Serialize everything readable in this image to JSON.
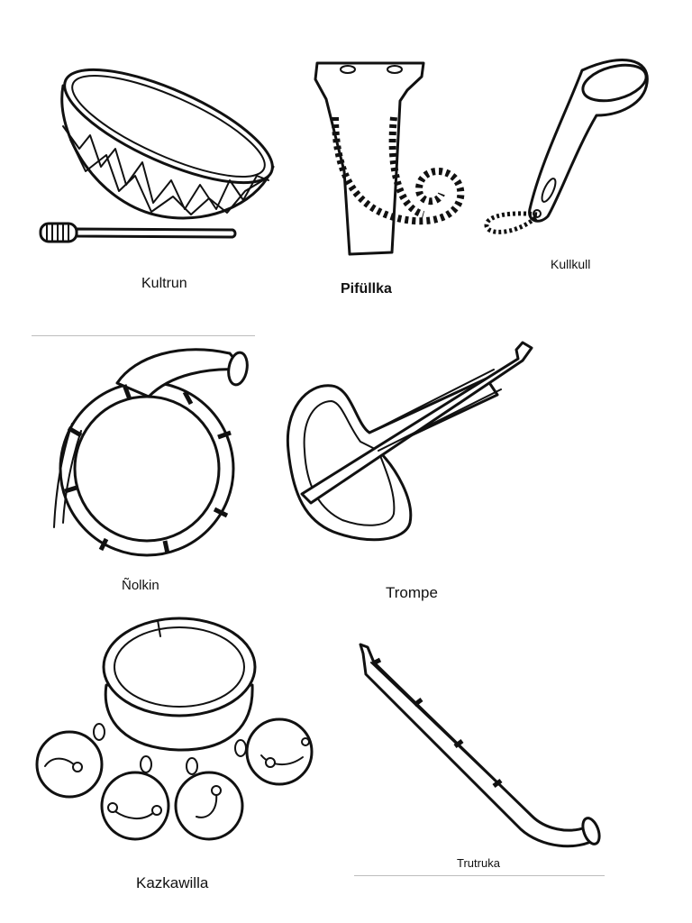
{
  "labels": {
    "kultrun": "Kultrun",
    "pifullka": "Pifüllka",
    "kullkull": "Kullkull",
    "nolkin": "Ñolkin",
    "trompe": "Trompe",
    "kazkawilla": "Kazkawilla",
    "trutruka": "Trutruka"
  },
  "icons": [
    "kultrun-drum-icon",
    "pifullka-whistle-icon",
    "kullkull-horn-icon",
    "nolkin-horn-icon",
    "trompe-harp-icon",
    "kazkawilla-bells-icon",
    "trutruka-trumpet-icon"
  ],
  "colors": {
    "line": "#111111",
    "background": "#ffffff",
    "rule": "#bdbdbd"
  }
}
